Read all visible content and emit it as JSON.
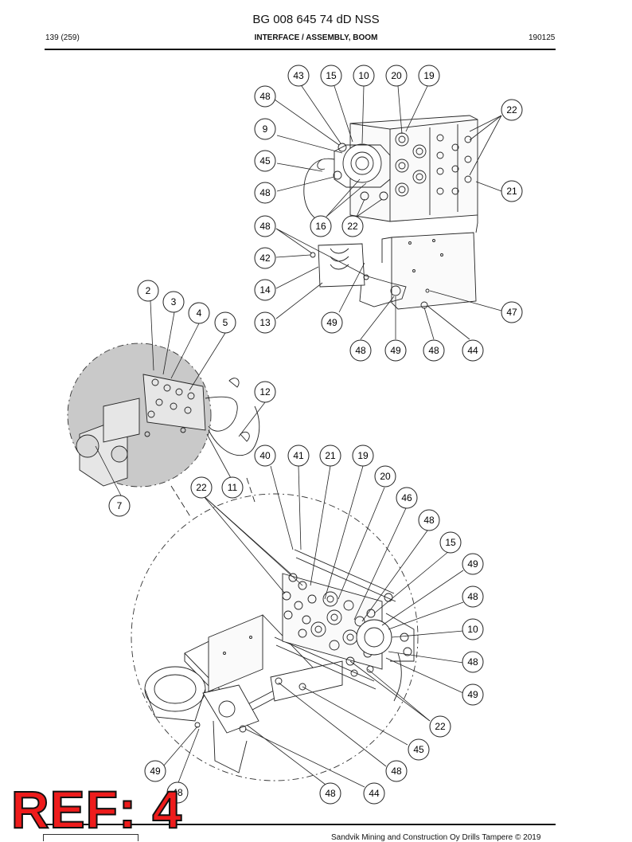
{
  "document": {
    "title": "BG 008 645 74 dD NSS",
    "page": "139 (259)",
    "section": "INTERFACE / ASSEMBLY, BOOM",
    "date_code": "190125",
    "footer": "Sandvik Mining and Construction Oy Drills Tampere © 2019"
  },
  "stamp": {
    "text": "REF: 4",
    "color": "#ee1c1c"
  },
  "callouts": {
    "top_view": [
      "43",
      "15",
      "10",
      "20",
      "19",
      "48",
      "9",
      "45",
      "48",
      "16",
      "22",
      "22",
      "21",
      "48",
      "42",
      "14",
      "13",
      "49",
      "48",
      "49",
      "48",
      "44",
      "47"
    ],
    "detail_view": [
      "2",
      "3",
      "4",
      "5",
      "12",
      "11",
      "7"
    ],
    "bottom_view": [
      "40",
      "41",
      "21",
      "19",
      "20",
      "46",
      "48",
      "15",
      "49",
      "48",
      "10",
      "48",
      "49",
      "22",
      "22",
      "45",
      "48",
      "44",
      "48",
      "49",
      "48"
    ]
  }
}
